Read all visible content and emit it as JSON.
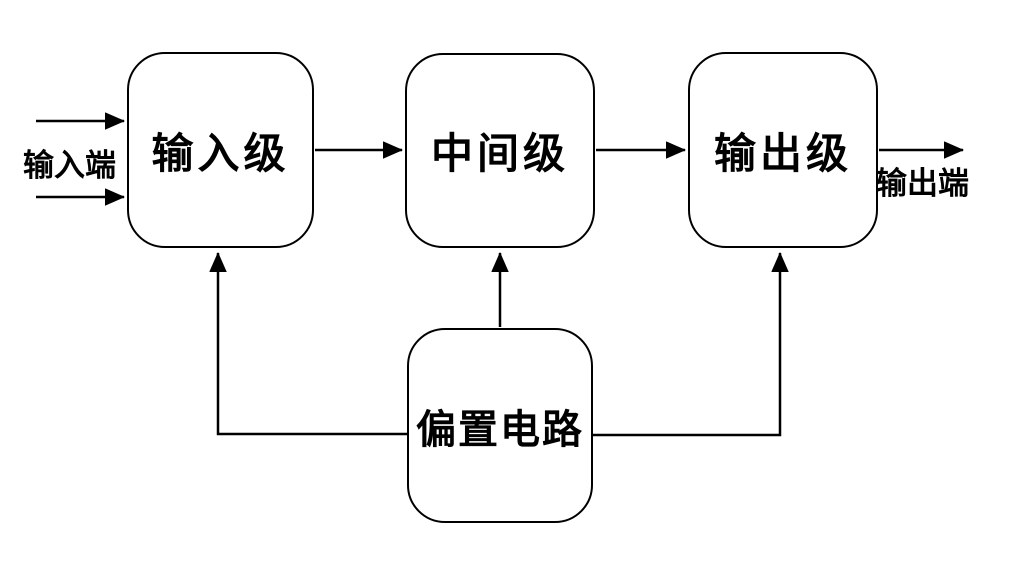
{
  "diagram": {
    "background": "#ffffff",
    "stroke_color": "#000000",
    "nodes": {
      "input_stage": {
        "label": "输入级"
      },
      "intermediate_stage": {
        "label": "中间级"
      },
      "output_stage": {
        "label": "输出级"
      },
      "bias_circuit": {
        "label": "偏置电路"
      }
    },
    "terminals": {
      "input": {
        "label": "输入端"
      },
      "output": {
        "label": "输出端"
      }
    },
    "edges": [
      {
        "from": "input_terminal",
        "to": "input_stage",
        "arrows": 2,
        "direction": "right"
      },
      {
        "from": "input_stage",
        "to": "intermediate_stage",
        "arrows": 1,
        "direction": "right"
      },
      {
        "from": "intermediate_stage",
        "to": "output_stage",
        "arrows": 1,
        "direction": "right"
      },
      {
        "from": "output_stage",
        "to": "output_terminal",
        "arrows": 1,
        "direction": "right"
      },
      {
        "from": "bias_circuit",
        "to": "input_stage",
        "arrows": 1,
        "direction": "up"
      },
      {
        "from": "bias_circuit",
        "to": "intermediate_stage",
        "arrows": 1,
        "direction": "up"
      },
      {
        "from": "bias_circuit",
        "to": "output_stage",
        "arrows": 1,
        "direction": "up"
      }
    ]
  }
}
